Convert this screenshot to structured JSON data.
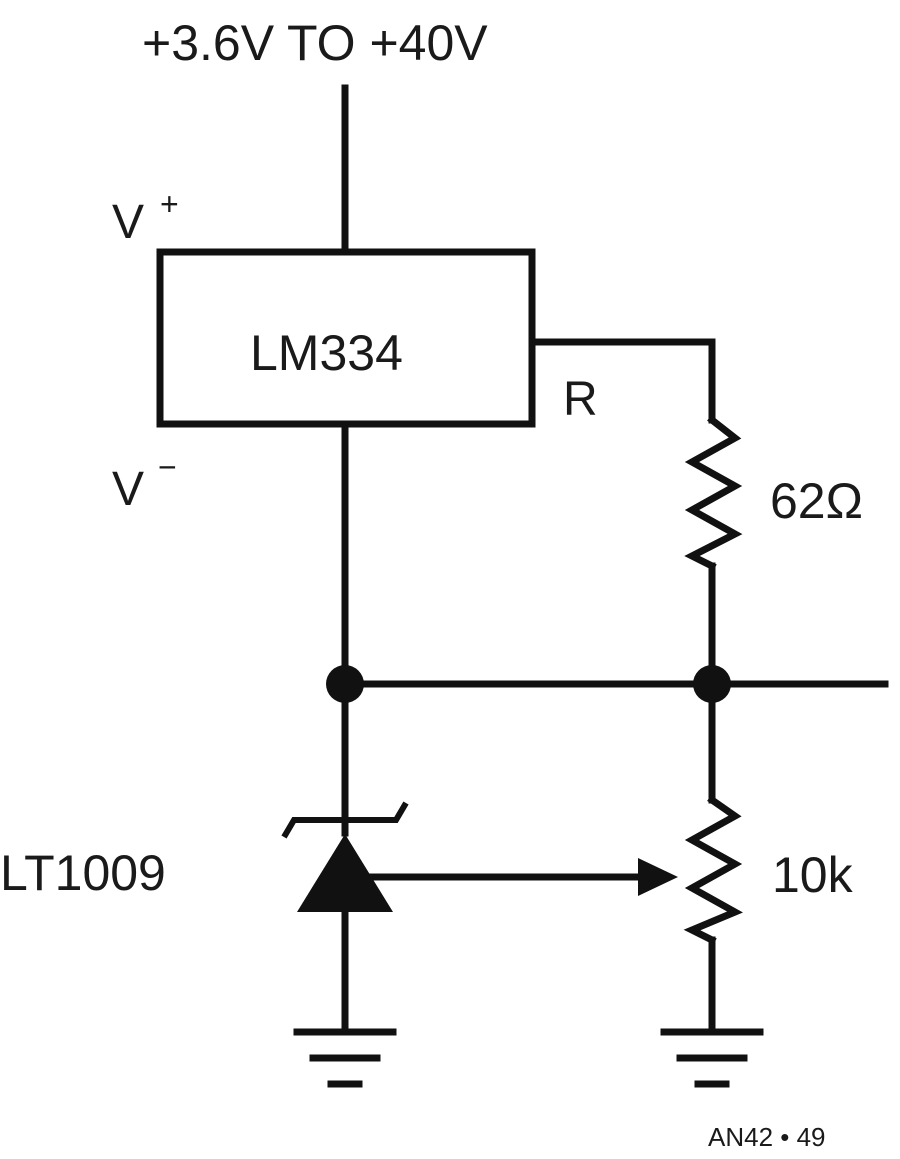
{
  "supply_label": "+3.6V TO +40V",
  "pins": {
    "vplus": "V",
    "vplus_sup": "+",
    "vminus": "V",
    "vminus_sup": "−",
    "r": "R"
  },
  "ic_label": "LM334",
  "resistor_top_label": "62Ω",
  "pot_label": "10k",
  "reference_label": "LT1009",
  "figure_id": "AN42 • 49",
  "colors": {
    "ink": "#111111",
    "background": "#ffffff"
  }
}
